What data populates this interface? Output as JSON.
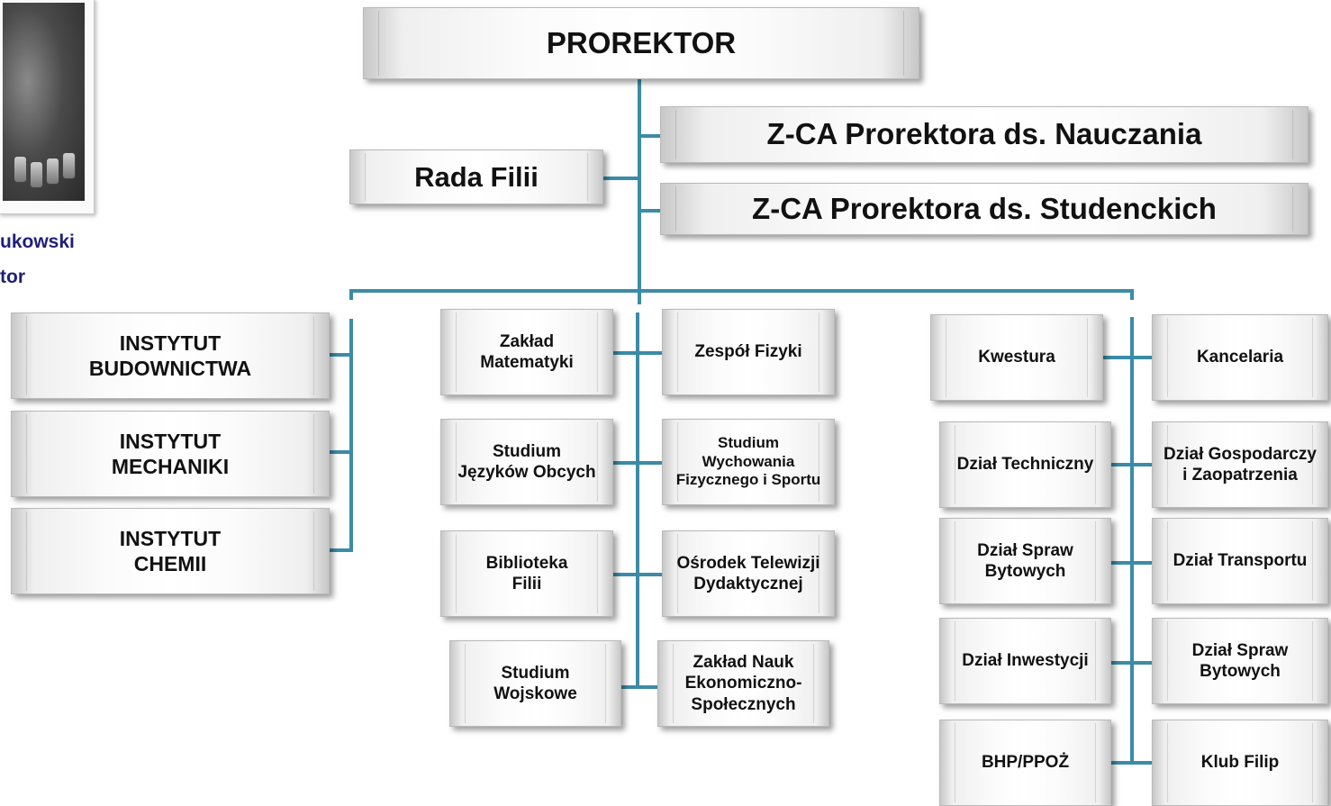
{
  "photo": {
    "caption_name": "ukowski",
    "caption_role": "tor"
  },
  "top": {
    "prorektor": "PROREKTOR",
    "rada": "Rada Filii",
    "zca_nauczania": "Z-CA Prorektora ds. Nauczania",
    "zca_studenckich": "Z-CA Prorektora ds. Studenckich"
  },
  "institutes": [
    "INSTYTUT\nBUDOWNICTWA",
    "INSTYTUT\nMECHANIKI",
    "INSTYTUT\nCHEMII"
  ],
  "middle_left": [
    "Zakład\nMatematyki",
    "Studium\nJęzyków  Obcych",
    "Biblioteka\nFilii",
    "Studium\nWojskowe"
  ],
  "middle_right": [
    "Zespół Fizyki",
    "Studium\nWychowania\nFizycznego i Sportu",
    "Ośrodek Telewizji\nDydaktycznej",
    "Zakład Nauk\nEkonomiczno-\nSpołecznych"
  ],
  "admin_left": [
    "Kwestura",
    "Dział Techniczny",
    "Dział Spraw\nBytowych",
    "Dział Inwestycji",
    "BHP/PPOŻ"
  ],
  "admin_right": [
    "Kancelaria",
    "Dział Gospodarczy\ni Zaopatrzenia",
    "Dział Transportu",
    "Dział Spraw\nBytowych",
    "Klub Filip"
  ],
  "colors": {
    "connector": "#3b8ca6",
    "caption": "#1f1f7a"
  }
}
